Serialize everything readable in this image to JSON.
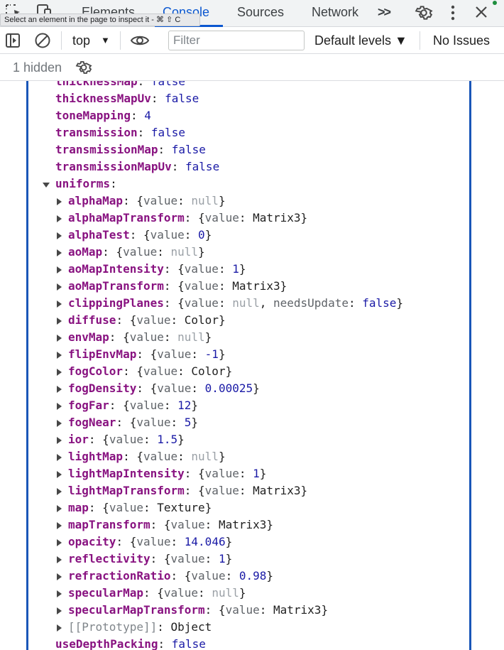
{
  "tabs": [
    {
      "label": "Elements"
    },
    {
      "label": "Console"
    },
    {
      "label": "Sources"
    },
    {
      "label": "Network"
    }
  ],
  "more_tabs_label": ">>",
  "tooltip": "Select an element in the page to inspect it - ⌘ ⇧ C",
  "toolbar": {
    "context": "top",
    "filter_placeholder": "Filter",
    "filter_value": "",
    "levels_label": "Default levels ▼",
    "issues_label": "No Issues"
  },
  "hidden_count": "1 hidden",
  "icons": {
    "inspect": "inspect-element-icon",
    "device": "device-toolbar-icon",
    "settings": "gear-icon",
    "menu": "kebab-menu-icon",
    "close": "close-icon",
    "sidebar": "sidebar-toggle-icon",
    "clear": "clear-console-icon",
    "eye": "eye-icon",
    "hidden_settings": "gear-icon"
  },
  "colors": {
    "accent": "#0b57d0",
    "key": "#881280",
    "literal": "#1a1aa6",
    "null": "#9aa0a6",
    "group_bar": "#1a56b8"
  },
  "console_lines": [
    {
      "indent": 0,
      "key": "thicknessMap",
      "vtype": "b",
      "value": "false"
    },
    {
      "indent": 0,
      "key": "thicknessMapUv",
      "vtype": "b",
      "value": "false"
    },
    {
      "indent": 0,
      "key": "toneMapping",
      "vtype": "n",
      "value": "4"
    },
    {
      "indent": 0,
      "key": "transmission",
      "vtype": "b",
      "value": "false"
    },
    {
      "indent": 0,
      "key": "transmissionMap",
      "vtype": "b",
      "value": "false"
    },
    {
      "indent": 0,
      "key": "transmissionMapUv",
      "vtype": "b",
      "value": "false"
    },
    {
      "indent": 0,
      "key": "uniforms",
      "vtype": "none",
      "value": "",
      "expander": "open"
    },
    {
      "indent": 1,
      "key": "alphaMap",
      "vtype": "obj",
      "inner": "null",
      "itype": "nl",
      "expander": "closed"
    },
    {
      "indent": 1,
      "key": "alphaMapTransform",
      "vtype": "obj",
      "inner": "Matrix3",
      "itype": "t",
      "expander": "closed"
    },
    {
      "indent": 1,
      "key": "alphaTest",
      "vtype": "obj",
      "inner": "0",
      "itype": "n",
      "expander": "closed"
    },
    {
      "indent": 1,
      "key": "aoMap",
      "vtype": "obj",
      "inner": "null",
      "itype": "nl",
      "expander": "closed"
    },
    {
      "indent": 1,
      "key": "aoMapIntensity",
      "vtype": "obj",
      "inner": "1",
      "itype": "n",
      "expander": "closed"
    },
    {
      "indent": 1,
      "key": "aoMapTransform",
      "vtype": "obj",
      "inner": "Matrix3",
      "itype": "t",
      "expander": "closed"
    },
    {
      "indent": 1,
      "key": "clippingPlanes",
      "vtype": "obj",
      "inner": "null",
      "itype": "nl",
      "extra_key": "needsUpdate",
      "extra_value": "false",
      "expander": "closed"
    },
    {
      "indent": 1,
      "key": "diffuse",
      "vtype": "obj",
      "inner": "Color",
      "itype": "t",
      "expander": "closed"
    },
    {
      "indent": 1,
      "key": "envMap",
      "vtype": "obj",
      "inner": "null",
      "itype": "nl",
      "expander": "closed"
    },
    {
      "indent": 1,
      "key": "flipEnvMap",
      "vtype": "obj",
      "inner": "-1",
      "itype": "n",
      "expander": "closed"
    },
    {
      "indent": 1,
      "key": "fogColor",
      "vtype": "obj",
      "inner": "Color",
      "itype": "t",
      "expander": "closed"
    },
    {
      "indent": 1,
      "key": "fogDensity",
      "vtype": "obj",
      "inner": "0.00025",
      "itype": "n",
      "expander": "closed"
    },
    {
      "indent": 1,
      "key": "fogFar",
      "vtype": "obj",
      "inner": "12",
      "itype": "n",
      "expander": "closed"
    },
    {
      "indent": 1,
      "key": "fogNear",
      "vtype": "obj",
      "inner": "5",
      "itype": "n",
      "expander": "closed"
    },
    {
      "indent": 1,
      "key": "ior",
      "vtype": "obj",
      "inner": "1.5",
      "itype": "n",
      "expander": "closed"
    },
    {
      "indent": 1,
      "key": "lightMap",
      "vtype": "obj",
      "inner": "null",
      "itype": "nl",
      "expander": "closed"
    },
    {
      "indent": 1,
      "key": "lightMapIntensity",
      "vtype": "obj",
      "inner": "1",
      "itype": "n",
      "expander": "closed"
    },
    {
      "indent": 1,
      "key": "lightMapTransform",
      "vtype": "obj",
      "inner": "Matrix3",
      "itype": "t",
      "expander": "closed"
    },
    {
      "indent": 1,
      "key": "map",
      "vtype": "obj",
      "inner": "Texture",
      "itype": "t",
      "expander": "closed"
    },
    {
      "indent": 1,
      "key": "mapTransform",
      "vtype": "obj",
      "inner": "Matrix3",
      "itype": "t",
      "expander": "closed"
    },
    {
      "indent": 1,
      "key": "opacity",
      "vtype": "obj",
      "inner": "14.046",
      "itype": "n",
      "expander": "closed"
    },
    {
      "indent": 1,
      "key": "reflectivity",
      "vtype": "obj",
      "inner": "1",
      "itype": "n",
      "expander": "closed"
    },
    {
      "indent": 1,
      "key": "refractionRatio",
      "vtype": "obj",
      "inner": "0.98",
      "itype": "n",
      "expander": "closed"
    },
    {
      "indent": 1,
      "key": "specularMap",
      "vtype": "obj",
      "inner": "null",
      "itype": "nl",
      "expander": "closed"
    },
    {
      "indent": 1,
      "key": "specularMapTransform",
      "vtype": "obj",
      "inner": "Matrix3",
      "itype": "t",
      "expander": "closed"
    },
    {
      "indent": 1,
      "key": "[[Prototype]]",
      "vtype": "proto",
      "value": "Object",
      "expander": "closed"
    },
    {
      "indent": 0,
      "key": "useDepthPacking",
      "vtype": "b",
      "value": "false"
    }
  ]
}
